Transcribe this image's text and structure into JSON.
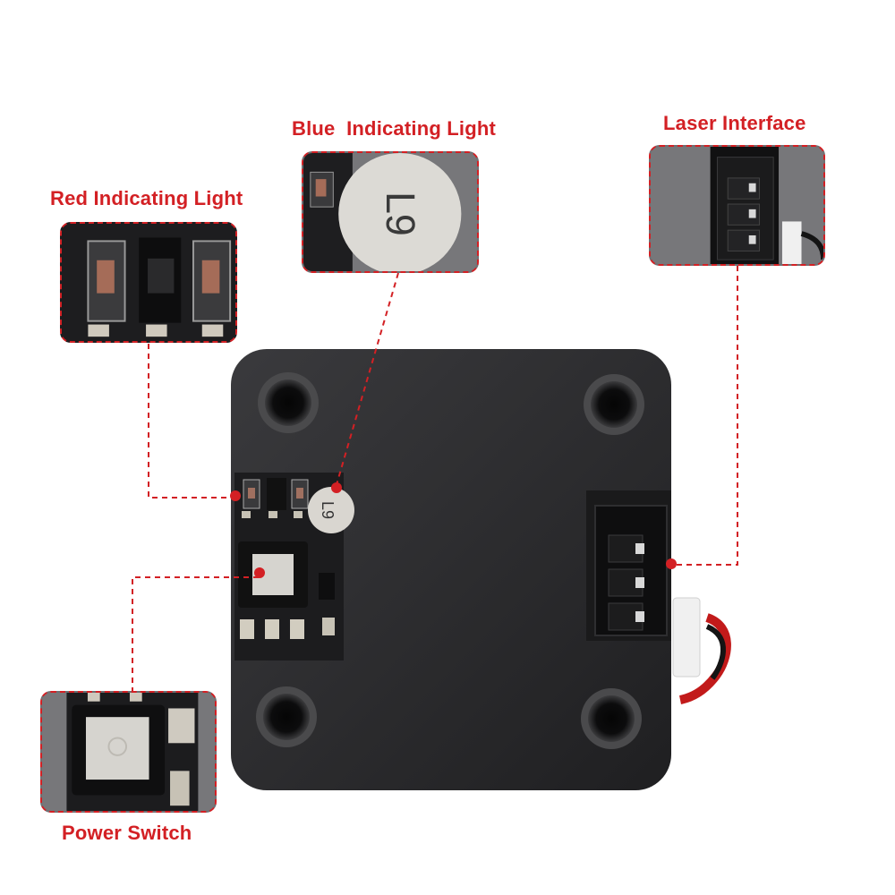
{
  "callouts": {
    "red_light": {
      "label": "Red Indicating Light"
    },
    "blue_light": {
      "label": "Blue  Indicating Light",
      "chip_marking": "L9"
    },
    "laser_interface": {
      "label": "Laser Interface"
    },
    "power_switch": {
      "label": "Power Switch"
    }
  },
  "board": {
    "capacitor_marking": "L9"
  },
  "colors": {
    "callout": "#d32024",
    "plate": "#2b2b2d",
    "pcb": "#1c1c1e",
    "inset_bg": "#6f6f72"
  }
}
